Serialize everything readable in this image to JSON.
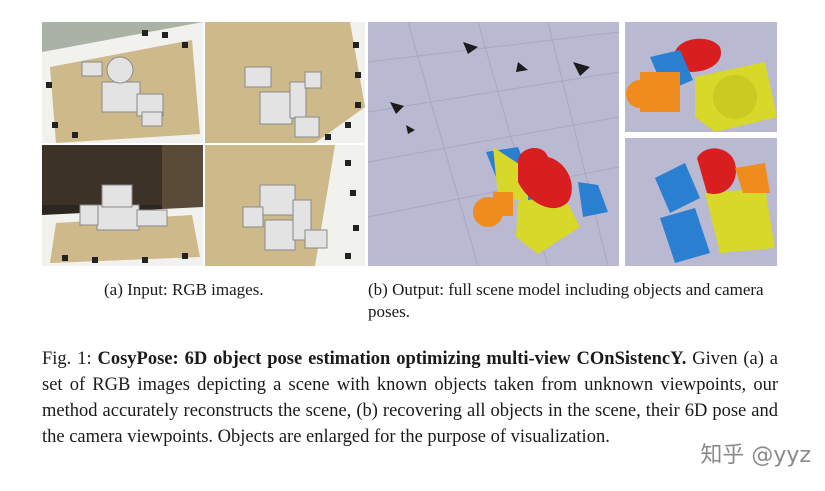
{
  "figure": {
    "subfigure_a": {
      "caption": "(a) Input: RGB images."
    },
    "subfigure_b": {
      "caption": "(b) Output: full scene model including objects and camera poses."
    },
    "caption": {
      "label": "Fig. 1:",
      "bold_title": "CosyPose: 6D object pose estimation optimizing multi-view COnSistencY.",
      "body": "Given (a) a set of RGB images depicting a scene with known objects taken from unknown viewpoints, our method accurately reconstructs the scene, (b) recovering all objects in the scene, their 6D pose and the camera viewpoints. Objects are enlarged for the purpose of visualization."
    }
  },
  "watermark": "知乎 @yyz",
  "colors": {
    "board_tan": "#cdb98a",
    "render_bg": "#b9b9d2",
    "object_red": "#d81e1e",
    "object_blue": "#2a7fd0",
    "object_yellow": "#d7d82a",
    "object_orange": "#f08c1e",
    "object_gray": "#e2e2e2"
  }
}
